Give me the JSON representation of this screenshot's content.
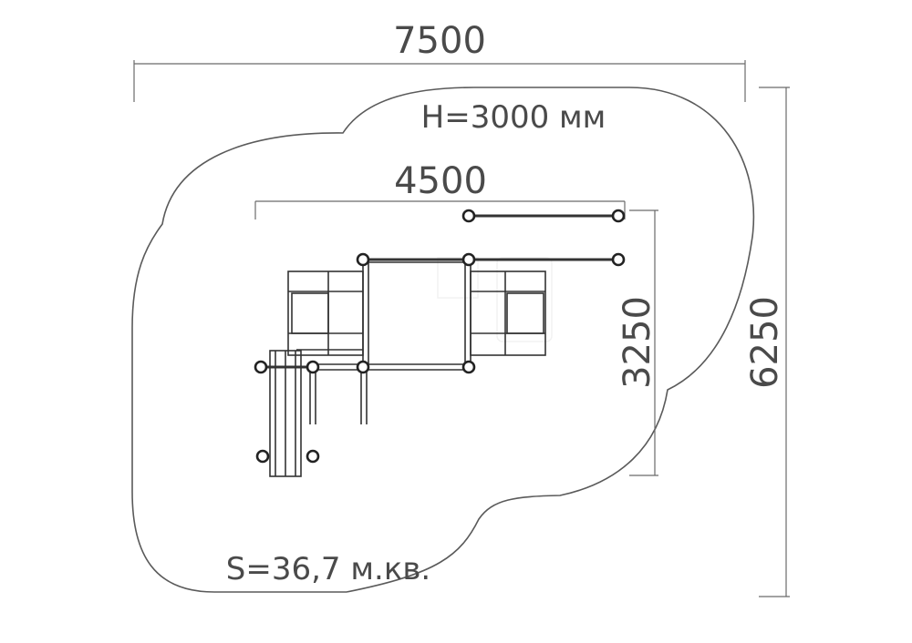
{
  "dimensions": {
    "overall_width": "7500",
    "overall_depth": "6250",
    "equipment_width": "4500",
    "equipment_depth": "3250"
  },
  "notes": {
    "height": "H=3000 мм",
    "area": "S=36,7 м.кв."
  }
}
